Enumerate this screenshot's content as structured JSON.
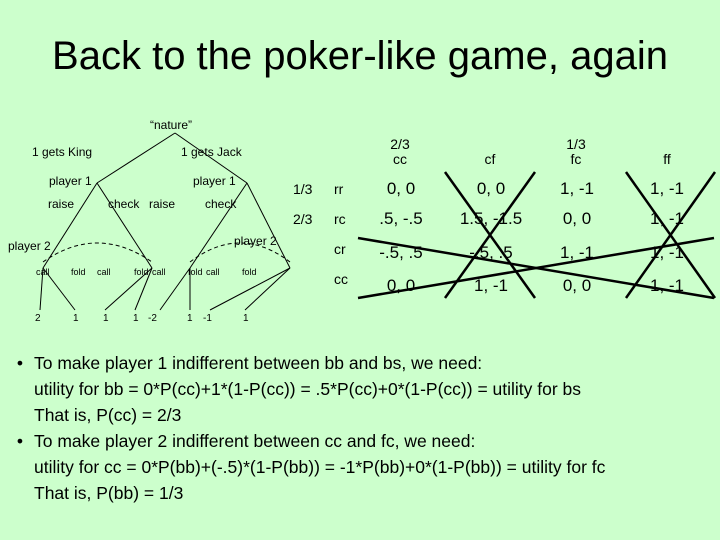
{
  "title": "Back to the poker-like game, again",
  "tree": {
    "nature": "“nature”",
    "king_branch": "1 gets King",
    "jack_branch": "1 gets Jack",
    "player1_left": "player 1",
    "player1_right": "player 1",
    "raise": "raise",
    "check_left": "check",
    "raise_right": "raise",
    "check_right": "check",
    "player2_left": "player 2",
    "player2_right": "player 2",
    "actions": [
      "call",
      "fold",
      "call",
      "fold",
      "call",
      "fold",
      "call",
      "fold"
    ],
    "payoffs": [
      "2",
      "1",
      "1",
      "1",
      "-2",
      "1",
      "-1",
      "1"
    ]
  },
  "matrix": {
    "col_probs": [
      "2/3",
      "",
      "1/3",
      ""
    ],
    "col_headers": [
      "cc",
      "cf",
      "fc",
      "ff"
    ],
    "row_probs": [
      "1/3",
      "2/3",
      "",
      ""
    ],
    "row_headers": [
      "rr",
      "rc",
      "cr",
      "cc"
    ],
    "cells": [
      [
        "0, 0",
        "0, 0",
        "1, -1",
        "1, -1"
      ],
      [
        ".5, -.5",
        "1.5, -1.5",
        "0, 0",
        "1, -1"
      ],
      [
        "-.5, .5",
        "-.5, .5",
        "1, -1",
        "1, -1"
      ],
      [
        "0, 0",
        "1, -1",
        "0, 0",
        "1, -1"
      ]
    ]
  },
  "bullets": [
    {
      "lines": [
        "To make player 1 indifferent between bb and bs, we need:",
        "utility for bb = 0*P(cc)+1*(1-P(cc)) = .5*P(cc)+0*(1-P(cc)) = utility for bs",
        "That is, P(cc) = 2/3"
      ]
    },
    {
      "lines": [
        "To make player 2 indifferent between cc and fc, we need:",
        "utility for cc = 0*P(bb)+(-.5)*(1-P(bb)) = -1*P(bb)+0*(1-P(bb)) = utility for fc",
        "That is, P(bb) = 1/3"
      ]
    }
  ],
  "bullet_symbol": "•"
}
